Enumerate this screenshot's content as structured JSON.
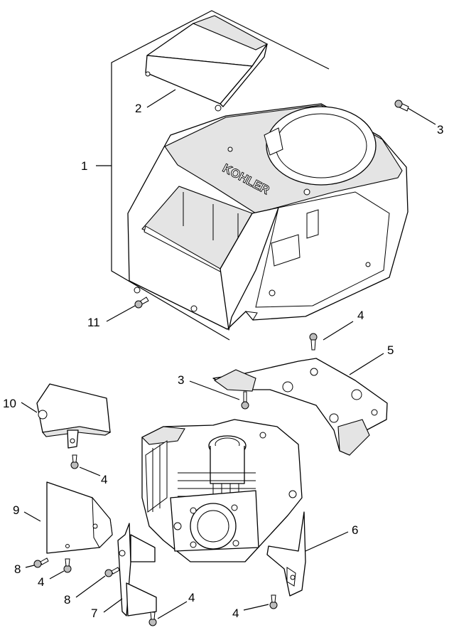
{
  "diagram": {
    "logo_text": "KOHLER",
    "callouts": [
      {
        "id": "c1",
        "label": "1"
      },
      {
        "id": "c2",
        "label": "2"
      },
      {
        "id": "c3a",
        "label": "3"
      },
      {
        "id": "c11",
        "label": "11"
      },
      {
        "id": "c4a",
        "label": "4"
      },
      {
        "id": "c5",
        "label": "5"
      },
      {
        "id": "c3b",
        "label": "3"
      },
      {
        "id": "c10",
        "label": "10"
      },
      {
        "id": "c4b",
        "label": "4"
      },
      {
        "id": "c9",
        "label": "9"
      },
      {
        "id": "c6",
        "label": "6"
      },
      {
        "id": "c8a",
        "label": "8"
      },
      {
        "id": "c4c",
        "label": "4"
      },
      {
        "id": "c8b",
        "label": "8"
      },
      {
        "id": "c7",
        "label": "7"
      },
      {
        "id": "c4d",
        "label": "4"
      },
      {
        "id": "c4e",
        "label": "4"
      }
    ]
  }
}
